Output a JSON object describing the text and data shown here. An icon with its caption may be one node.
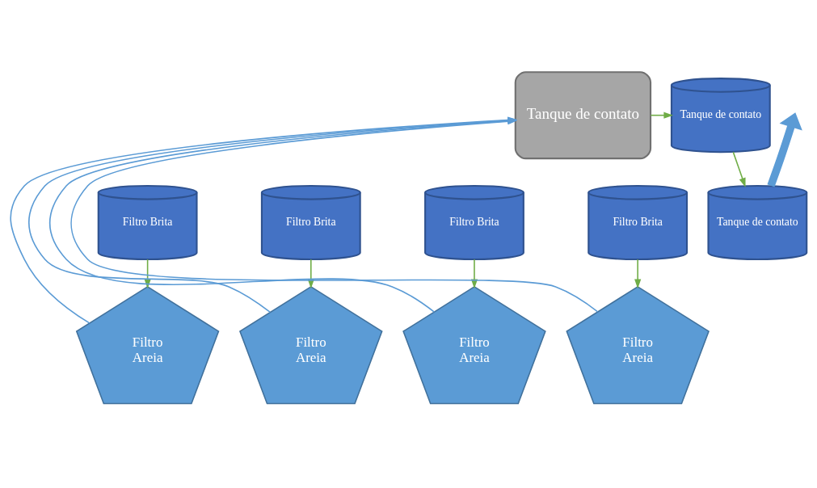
{
  "diagram": {
    "nodes": [
      {
        "text": [
          "Tanque de contato"
        ]
      },
      {
        "text": [
          "Tanque de contato"
        ]
      },
      {
        "text": [
          "Tanque de contato"
        ]
      },
      {
        "text": [
          "Filtro Brita"
        ]
      },
      {
        "text": [
          "Filtro Brita"
        ]
      },
      {
        "text": [
          "Filtro Brita"
        ]
      },
      {
        "text": [
          "Filtro Brita"
        ]
      },
      {
        "text": [
          "Filtro",
          "Areia"
        ]
      },
      {
        "text": [
          "Filtro",
          "Areia"
        ]
      },
      {
        "text": [
          "Filtro",
          "Areia"
        ]
      },
      {
        "text": [
          "Filtro",
          "Areia"
        ]
      }
    ],
    "edges": [
      {
        "from": 0,
        "to": 1,
        "arrow": "to"
      },
      {
        "from": 1,
        "to": 2,
        "arrow": "to"
      },
      {
        "from": 2,
        "to": null,
        "arrow": "to",
        "style": "thick",
        "color": "#5b9bd5"
      },
      {
        "from": 3,
        "to": 7,
        "arrow": "to"
      },
      {
        "from": 4,
        "to": 8,
        "arrow": "to"
      },
      {
        "from": 5,
        "to": 9,
        "arrow": "to"
      },
      {
        "from": 6,
        "to": 10,
        "arrow": "to"
      },
      {
        "from": 7,
        "to": 0,
        "arrow": "to",
        "color": "#5b9bd5"
      },
      {
        "from": 8,
        "to": 0,
        "arrow": "to",
        "color": "#5b9bd5"
      },
      {
        "from": 9,
        "to": 0,
        "arrow": "to",
        "color": "#5b9bd5"
      },
      {
        "from": 10,
        "to": 0,
        "arrow": "to",
        "color": "#5b9bd5"
      }
    ]
  }
}
